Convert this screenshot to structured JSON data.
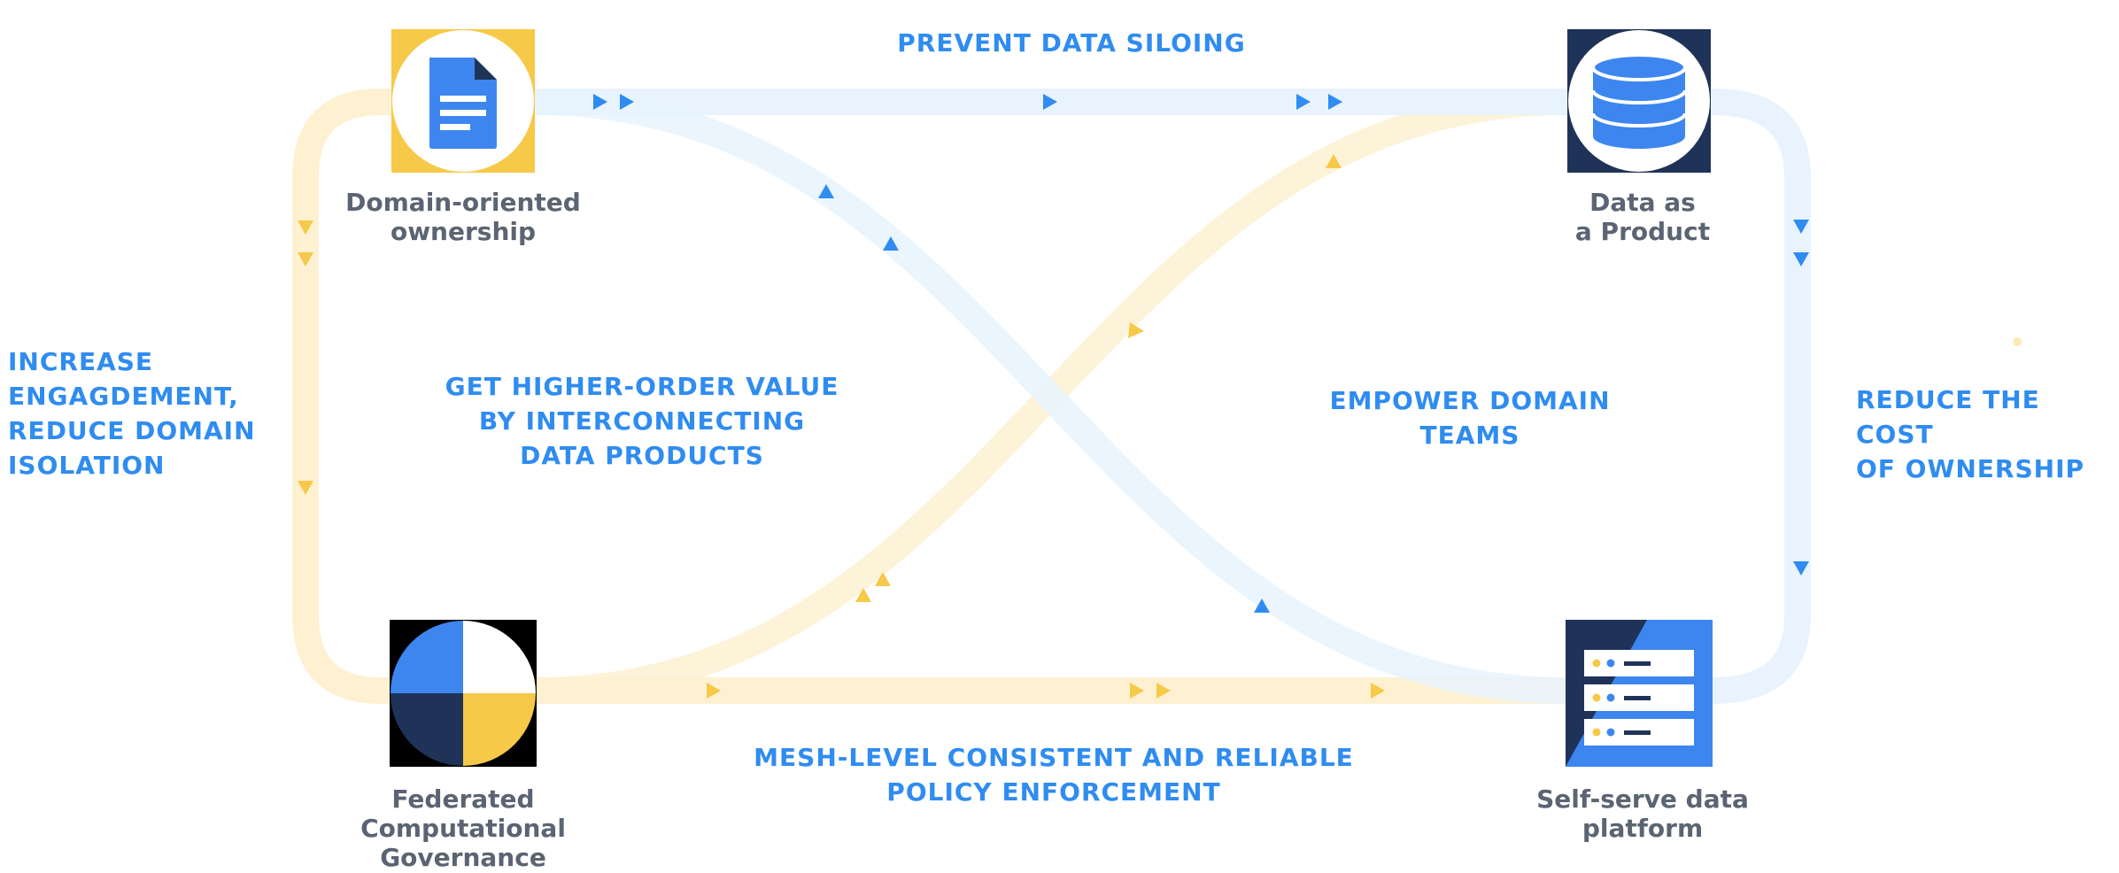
{
  "nodes": {
    "domain_ownership": {
      "label": "Domain-oriented\nownership",
      "icon": "document-icon"
    },
    "data_product": {
      "label": "Data as\na Product",
      "icon": "database-icon"
    },
    "federated_governance": {
      "label": "Federated\nComputational\nGovernance",
      "icon": "quadrant-circle-icon"
    },
    "self_serve_platform": {
      "label": "Self-serve data\nplatform",
      "icon": "server-rack-icon"
    }
  },
  "outcomes": {
    "top": "PREVENT DATA SILOING",
    "left": "INCREASE\nENGAGDEMENT,\nREDUCE DOMAIN\nISOLATION",
    "center_left": "GET HIGHER-ORDER VALUE\nBY INTERCONNECTING\nDATA PRODUCTS",
    "center_right": "EMPOWER DOMAIN\nTEAMS",
    "right": "REDUCE THE COST\nOF OWNERSHIP",
    "bottom": "MESH-LEVEL CONSISTENT AND RELIABLE\nPOLICY ENFORCEMENT"
  },
  "colors": {
    "accent_blue": "#2f8cf0",
    "icon_blue": "#3d86f0",
    "navy": "#1f3358",
    "yellow": "#f7c948",
    "track_blue": "#e8f3fd",
    "track_yellow": "#fdf1d2",
    "label_gray": "#5b6472"
  }
}
